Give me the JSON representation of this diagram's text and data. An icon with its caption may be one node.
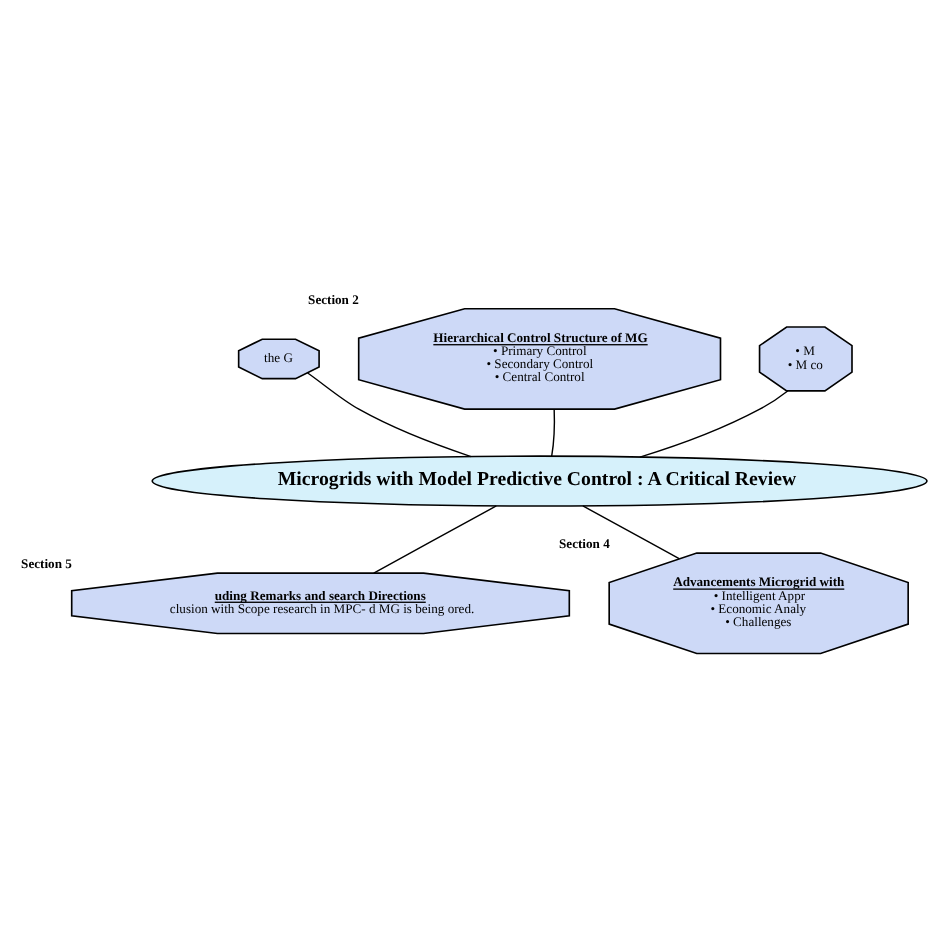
{
  "diagram": {
    "nodes": [
      {
        "text": [
          "Microgrids with Model Predictive Control : A Critical Review"
        ]
      },
      {
        "text": [
          "the G"
        ]
      },
      {
        "text": [
          "Hierarchical Control Structure of MG",
          "• Primary Control",
          "• Secondary Control",
          "• Central Control"
        ],
        "beside": [
          "Section 2"
        ]
      },
      {
        "text": [
          "• M",
          "• M co"
        ]
      },
      {
        "text": [
          "uding Remarks and search Directions",
          "clusion with Scope research in MPC- d MG is being ored."
        ],
        "beside": [
          "Section 5"
        ]
      },
      {
        "text": [
          "Advancements Microgrid with",
          "• Intelligent Appr",
          "• Economic Analy",
          "• Challenges"
        ],
        "beside": [
          "Section 4"
        ]
      }
    ],
    "edges": [
      {
        "from": 0,
        "to": 1,
        "arrow": "none"
      },
      {
        "from": 0,
        "to": 2,
        "arrow": "none"
      },
      {
        "from": 0,
        "to": 3,
        "arrow": "none"
      },
      {
        "from": 0,
        "to": 4,
        "arrow": "none"
      },
      {
        "from": 0,
        "to": 5,
        "arrow": "none"
      }
    ]
  }
}
